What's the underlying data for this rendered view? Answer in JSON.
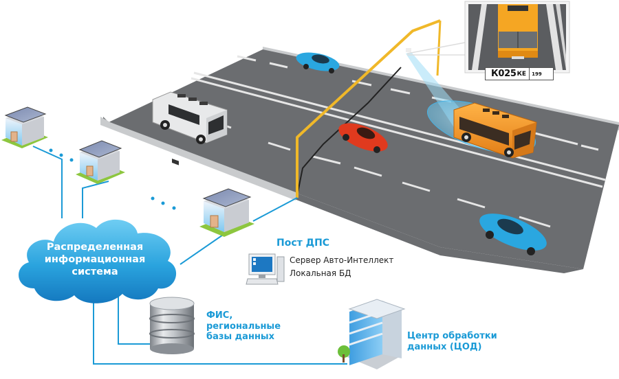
{
  "diagram": {
    "title": "",
    "camera_capture": {
      "plate_number": "К025",
      "plate_series": "КЕ",
      "plate_region": "199"
    },
    "nodes": {
      "cloud": {
        "lines": [
          "Распределенная",
          "информационная",
          "система"
        ]
      },
      "post_dps": {
        "title": "Пост ДПС",
        "details": [
          "Сервер Авто-Интеллект",
          "Локальная БД"
        ]
      },
      "fis": {
        "lines": [
          "ФИС,",
          "региональные",
          "базы данных"
        ]
      },
      "cod": {
        "lines": [
          "Центр обработки",
          "данных (ЦОД)"
        ]
      }
    },
    "ellipsis_dots": [
      "• • •",
      "• • •"
    ],
    "colors": {
      "accent_blue": "#1a9ad6",
      "road": "#6b6d70",
      "road_edge": "#c9cbcd",
      "lane_marking": "#e6e6e6",
      "pole": "#f0b829",
      "bus_orange": "#f29a2e",
      "car_red": "#e03a1e",
      "car_blue": "#2aa7e0",
      "cloud_top": "#5cc3f0",
      "cloud_bottom": "#1784c8"
    }
  }
}
